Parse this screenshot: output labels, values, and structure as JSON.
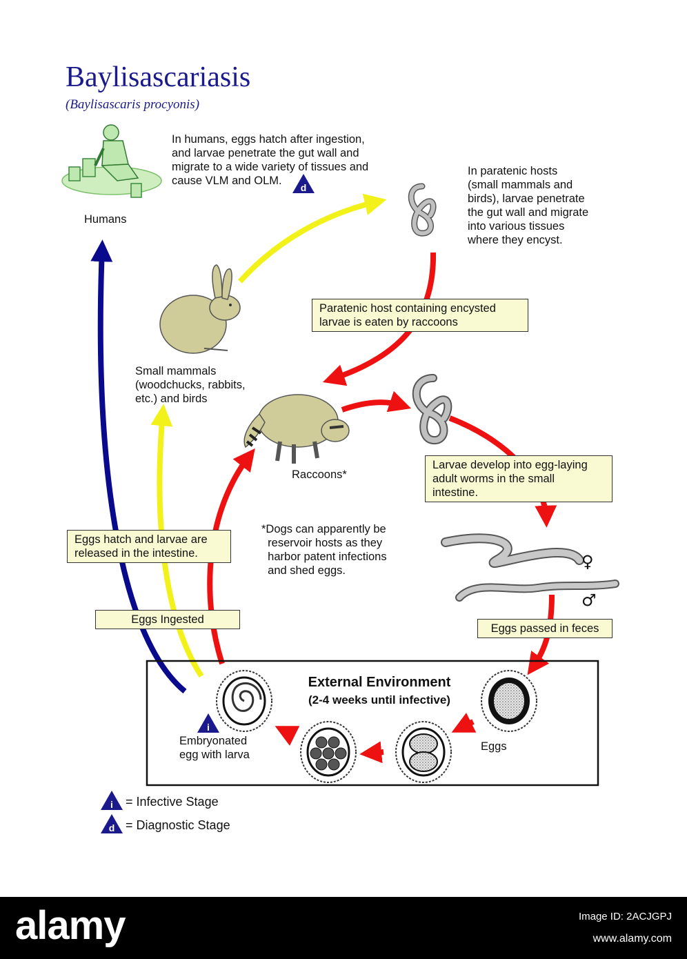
{
  "title": "Baylisascariasis",
  "subtitle": "(Baylisascaris procyonis)",
  "hosts": {
    "humans": "Humans",
    "small_mammals": "Small mammals\n(woodchucks, rabbits,\netc.) and birds",
    "raccoons": "Raccoons*"
  },
  "notes": {
    "humans": "In humans, eggs hatch after ingestion,\nand larvae penetrate the gut wall and\nmigrate to a wide variety of tissues and\ncause VLM and OLM.",
    "paratenic": "In paratenic hosts\n(small mammals and\nbirds), larvae penetrate\nthe gut wall and migrate\ninto various tissues\nwhere they encyst.",
    "dogs": "*Dogs can apparently be\n  reservoir hosts as they\n  harbor patent infections\n  and shed eggs."
  },
  "boxes": {
    "paratenic_eaten": "Paratenic host containing encysted\nlarvae is eaten by raccoons",
    "larvae_develop": "Larvae develop into egg-laying\nadult worms in the small\nintestine.",
    "eggs_hatch": "Eggs hatch and larvae are\nreleased in the intestine.",
    "eggs_ingested": "Eggs Ingested",
    "eggs_passed": "Eggs passed in feces"
  },
  "environment": {
    "title": "External Environment",
    "subtitle": "(2-4 weeks until infective)",
    "embryonated": "Embryonated\negg with larva",
    "eggs": "Eggs"
  },
  "legend": {
    "infective_symbol": "i",
    "infective_label": "= Infective Stage",
    "diagnostic_symbol": "d",
    "diagnostic_label": "= Diagnostic Stage"
  },
  "sex_symbols": {
    "female": "♀",
    "male": "♂"
  },
  "colors": {
    "title": "#1a1a8c",
    "arrow_red": "#ee1111",
    "arrow_yellow": "#f2f21a",
    "arrow_blue": "#0a0a8c",
    "box_fill": "#fafad2",
    "animal_fill": "#cfcc9a",
    "worm_fill": "#c0c0c0"
  },
  "watermark": {
    "brand": "alamy",
    "image_id": "Image ID: 2ACJGPJ",
    "site": "www.alamy.com"
  }
}
